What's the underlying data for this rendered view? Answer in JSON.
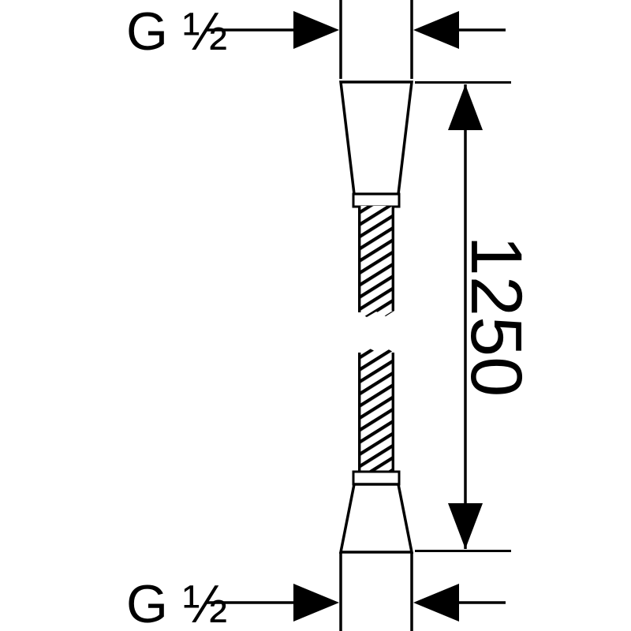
{
  "drawing": {
    "type": "technical-dimension-drawing",
    "subject": "shower-hose",
    "background_color": "#ffffff",
    "line_color": "#000000",
    "labels": {
      "top_thread": "G ½",
      "bottom_thread": "G ½",
      "hose_length": "1250"
    }
  }
}
